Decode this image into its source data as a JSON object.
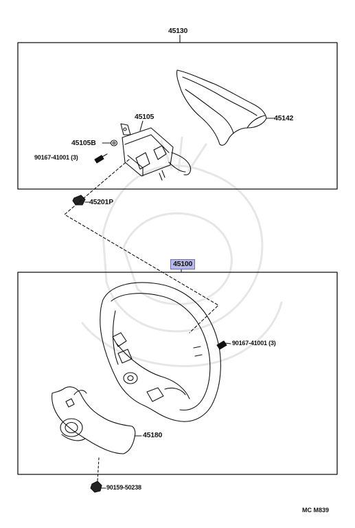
{
  "diagram": {
    "labels": {
      "assembly_upper": "45130",
      "part_45142": "45142",
      "part_45105": "45105",
      "part_45105b": "45105B",
      "screw_upper": "90167-41001 (3)",
      "part_45201p": "45201P",
      "assembly_lower": "45100",
      "screw_lower": "90167-41001 (3)",
      "part_45180": "45180",
      "nut_bottom": "90159-50238"
    },
    "footer_code": "MC  M839",
    "highlight_color": "#b7b9e6",
    "line_color": "#111111"
  }
}
